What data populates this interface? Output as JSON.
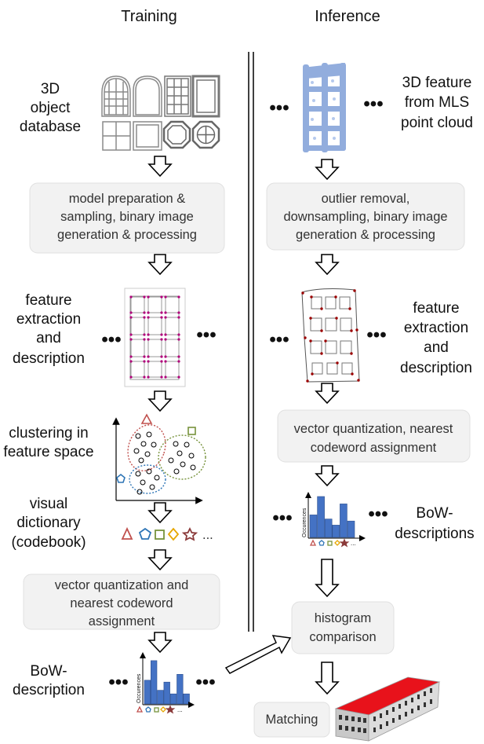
{
  "titles": {
    "training": "Training",
    "inference": "Inference"
  },
  "training": {
    "db_label": [
      "3D",
      "object",
      "database"
    ],
    "box_prep": [
      "model preparation &",
      "sampling, binary image",
      "generation & processing"
    ],
    "feat_label": [
      "feature",
      "extraction",
      "and",
      "description"
    ],
    "cluster_label": [
      "clustering in",
      "feature space"
    ],
    "dict_label": [
      "visual",
      "dictionary",
      "(codebook)"
    ],
    "box_vq": [
      "vector quantization and",
      "nearest codeword",
      "assignment"
    ],
    "bow_label": [
      "BoW-",
      "description"
    ]
  },
  "inference": {
    "mls_label": [
      "3D feature",
      "from MLS",
      "point cloud"
    ],
    "box_outlier": [
      "outlier removal,",
      "downsampling, binary image",
      "generation & processing"
    ],
    "feat_label": [
      "feature",
      "extraction",
      "and",
      "description"
    ],
    "box_vq": [
      "vector quantization, nearest",
      "codeword assignment"
    ],
    "bow_label": [
      "BoW-",
      "descriptions"
    ],
    "box_hist": [
      "histogram",
      "comparison"
    ],
    "box_match": "Matching"
  },
  "ellipsis": "•••",
  "small_ellipsis": "...",
  "hist_axis_label": "Occurences",
  "colors": {
    "box_fill": "#f2f2f2",
    "box_stroke": "#dddddd",
    "bar_fill": "#4472c4",
    "cluster_red": "#c0504d",
    "cluster_green": "#77933c",
    "cluster_blue": "#2e75b6",
    "cw_yellow": "#e6a600",
    "cw_star": "#8b3a3a",
    "roof_red": "#e8121b",
    "points_blue": "#7f9fd8",
    "feature_pink": "#b0007a",
    "feature_red": "#9b0000"
  },
  "codewords": [
    "triangle-icon",
    "pentagon-icon",
    "square-icon",
    "diamond-icon",
    "star-icon"
  ],
  "chart_data": [
    {
      "type": "bar",
      "ylabel": "Occurences",
      "categories": [
        "triangle",
        "pentagon",
        "square",
        "diamond",
        "star"
      ],
      "values": [
        0.52,
        0.95,
        0.3,
        0.48,
        0.22,
        0.65,
        0.22
      ]
    },
    {
      "type": "bar",
      "ylabel": "Occurences",
      "categories": [
        "triangle",
        "pentagon",
        "square",
        "diamond",
        "star"
      ],
      "values": [
        0.55,
        1.0,
        0.45,
        0.3,
        0.82,
        0.4
      ]
    }
  ]
}
